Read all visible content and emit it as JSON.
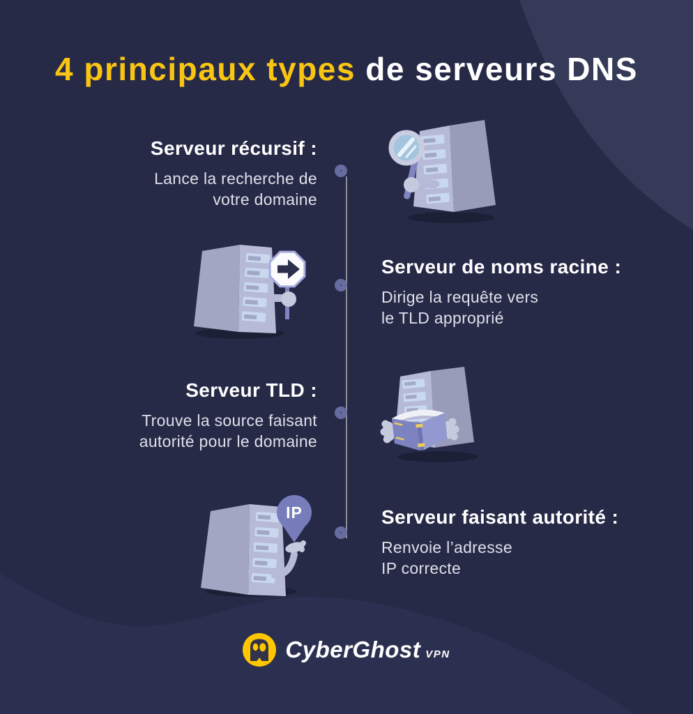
{
  "title": {
    "highlight": "4 principaux types",
    "rest": " de serveurs DNS"
  },
  "sections": [
    {
      "heading": "Serveur récursif :",
      "line1": "Lance la recherche de",
      "line2": "votre domaine",
      "icon": "server-with-magnifier"
    },
    {
      "heading": "Serveur de noms racine :",
      "line1": "Dirige la requête vers",
      "line2": "le TLD approprié",
      "icon": "server-with-direction-sign"
    },
    {
      "heading": "Serveur TLD :",
      "line1": "Trouve la source faisant",
      "line2": "autorité pour le domaine",
      "icon": "server-reading-book"
    },
    {
      "heading": "Serveur faisant autorité :",
      "line1": "Renvoie l’adresse",
      "line2": "IP correcte",
      "icon": "server-with-ip-pin"
    }
  ],
  "ip_pin_label": "IP",
  "footer": {
    "brand": "CyberGhost",
    "suffix": "VPN"
  },
  "colors": {
    "background": "#262A47",
    "wave_top_right": "#353A59",
    "wave_bottom": "#2C3050",
    "accent_yellow": "#F9C513",
    "logo_yellow": "#FFC601",
    "heading_white": "#FFFFFF",
    "body_text": "#DEE0EA",
    "timeline_node_ring": "#676CA0",
    "timeline_line": "#8D8D99",
    "server_front": "#B6BAD6",
    "server_side": "#989CB9",
    "drawer_blue": "#C9D8EF",
    "accent_purple": "#7B80BE"
  }
}
